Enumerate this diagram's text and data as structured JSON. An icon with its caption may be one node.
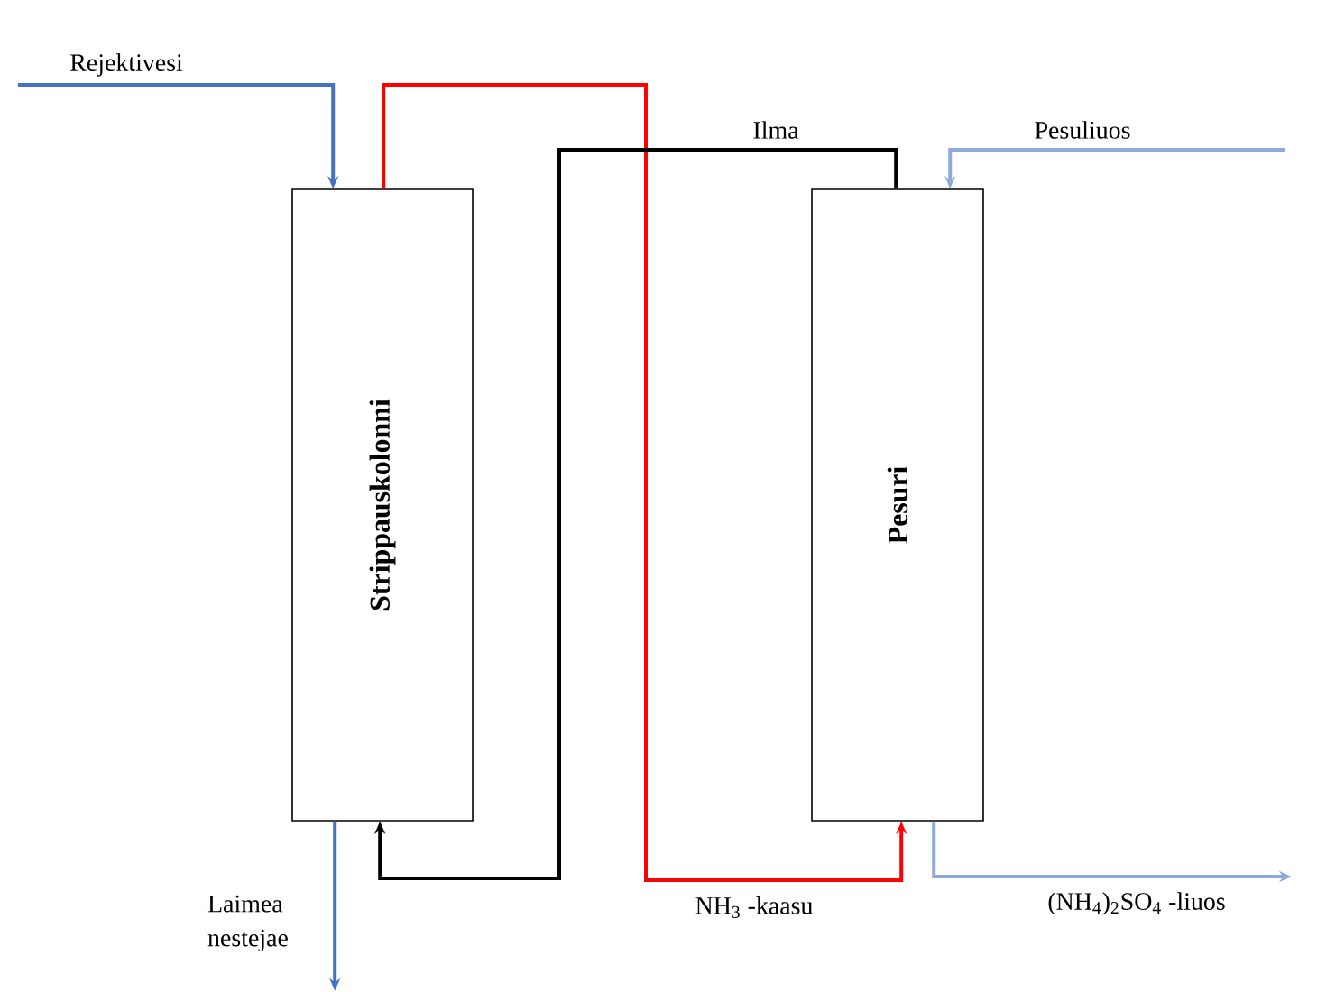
{
  "diagram": {
    "nodes": [
      {
        "text": [
          "Strippauskolonni"
        ]
      },
      {
        "text": [
          "Pesuri"
        ]
      }
    ],
    "edges": [
      {
        "from": null,
        "to": 0,
        "arrow": "to",
        "label": "Rejektivesi",
        "color": "#4472c4"
      },
      {
        "from": 0,
        "to": 1,
        "arrow": "to",
        "label": "NH$_{3}$ -kaasu",
        "color": "#ff0000"
      },
      {
        "from": 1,
        "to": 0,
        "arrow": "to",
        "label": "Ilma",
        "color": "#000000"
      },
      {
        "from": null,
        "to": 1,
        "arrow": "to",
        "label": "Pesuliuos",
        "color": "#8eaadb"
      },
      {
        "from": 1,
        "to": null,
        "arrow": "to",
        "label": "(NH$_{4}$)$_{2}$SO$_{4}$ -liuos",
        "color": "#8eaadb"
      },
      {
        "from": 0,
        "to": null,
        "arrow": "to",
        "label": "Laimea nestejae",
        "color": "#4472c4"
      }
    ]
  }
}
